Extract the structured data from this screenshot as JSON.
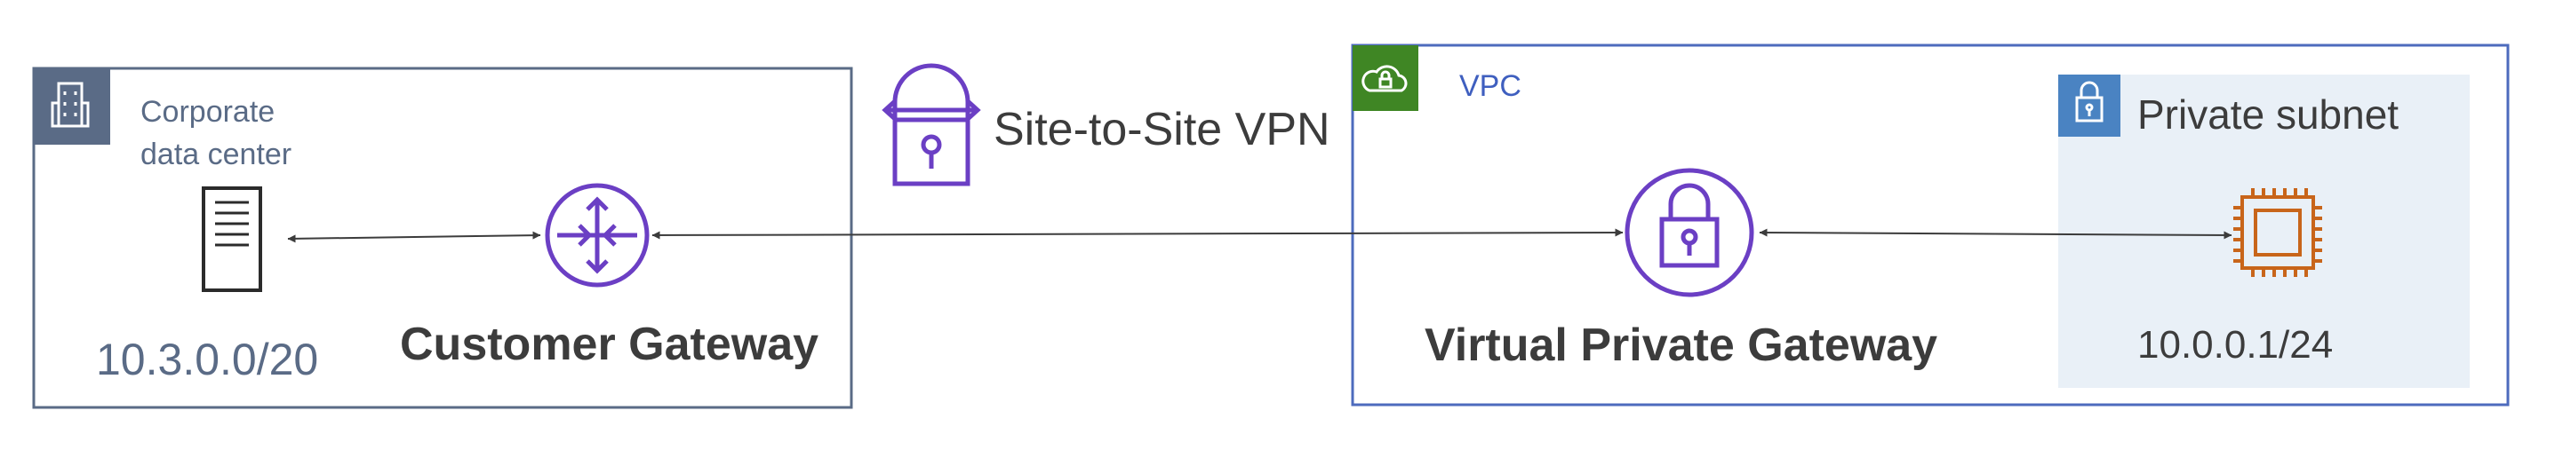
{
  "corporate_dc": {
    "title_line1": "Corporate",
    "title_line2": "data center",
    "cidr": "10.3.0.0/20",
    "customer_gateway_label": "Customer Gateway"
  },
  "vpn": {
    "label": "Site-to-Site VPN"
  },
  "vpc": {
    "label": "VPC",
    "virtual_private_gateway_label": "Virtual Private Gateway"
  },
  "private_subnet": {
    "label": "Private subnet",
    "instance_ip": "10.0.0.1/24"
  },
  "colors": {
    "group_border": "#5a6b86",
    "corporate_header": "#5a6b86",
    "corporate_text": "#5a6b86",
    "vpc_border": "#4d6bbd",
    "vpc_header": "#3f8624",
    "vpc_text": "#3f5fbf",
    "subnet_bg": "#e9f0f7",
    "subnet_header": "#4a83c2",
    "network_purple": "#6b3fc4",
    "compute_orange": "#c8651a",
    "dark_text": "#3c3c3c",
    "connector": "#3c3c3c"
  },
  "icons": {
    "corporate": "building-icon",
    "server": "server-icon",
    "customer_gateway": "router-icon",
    "vpn": "vpn-lock-icon",
    "vpc": "cloud-lock-icon",
    "vpg": "padlock-icon",
    "subnet": "subnet-lock-icon",
    "ec2": "chip-icon"
  }
}
